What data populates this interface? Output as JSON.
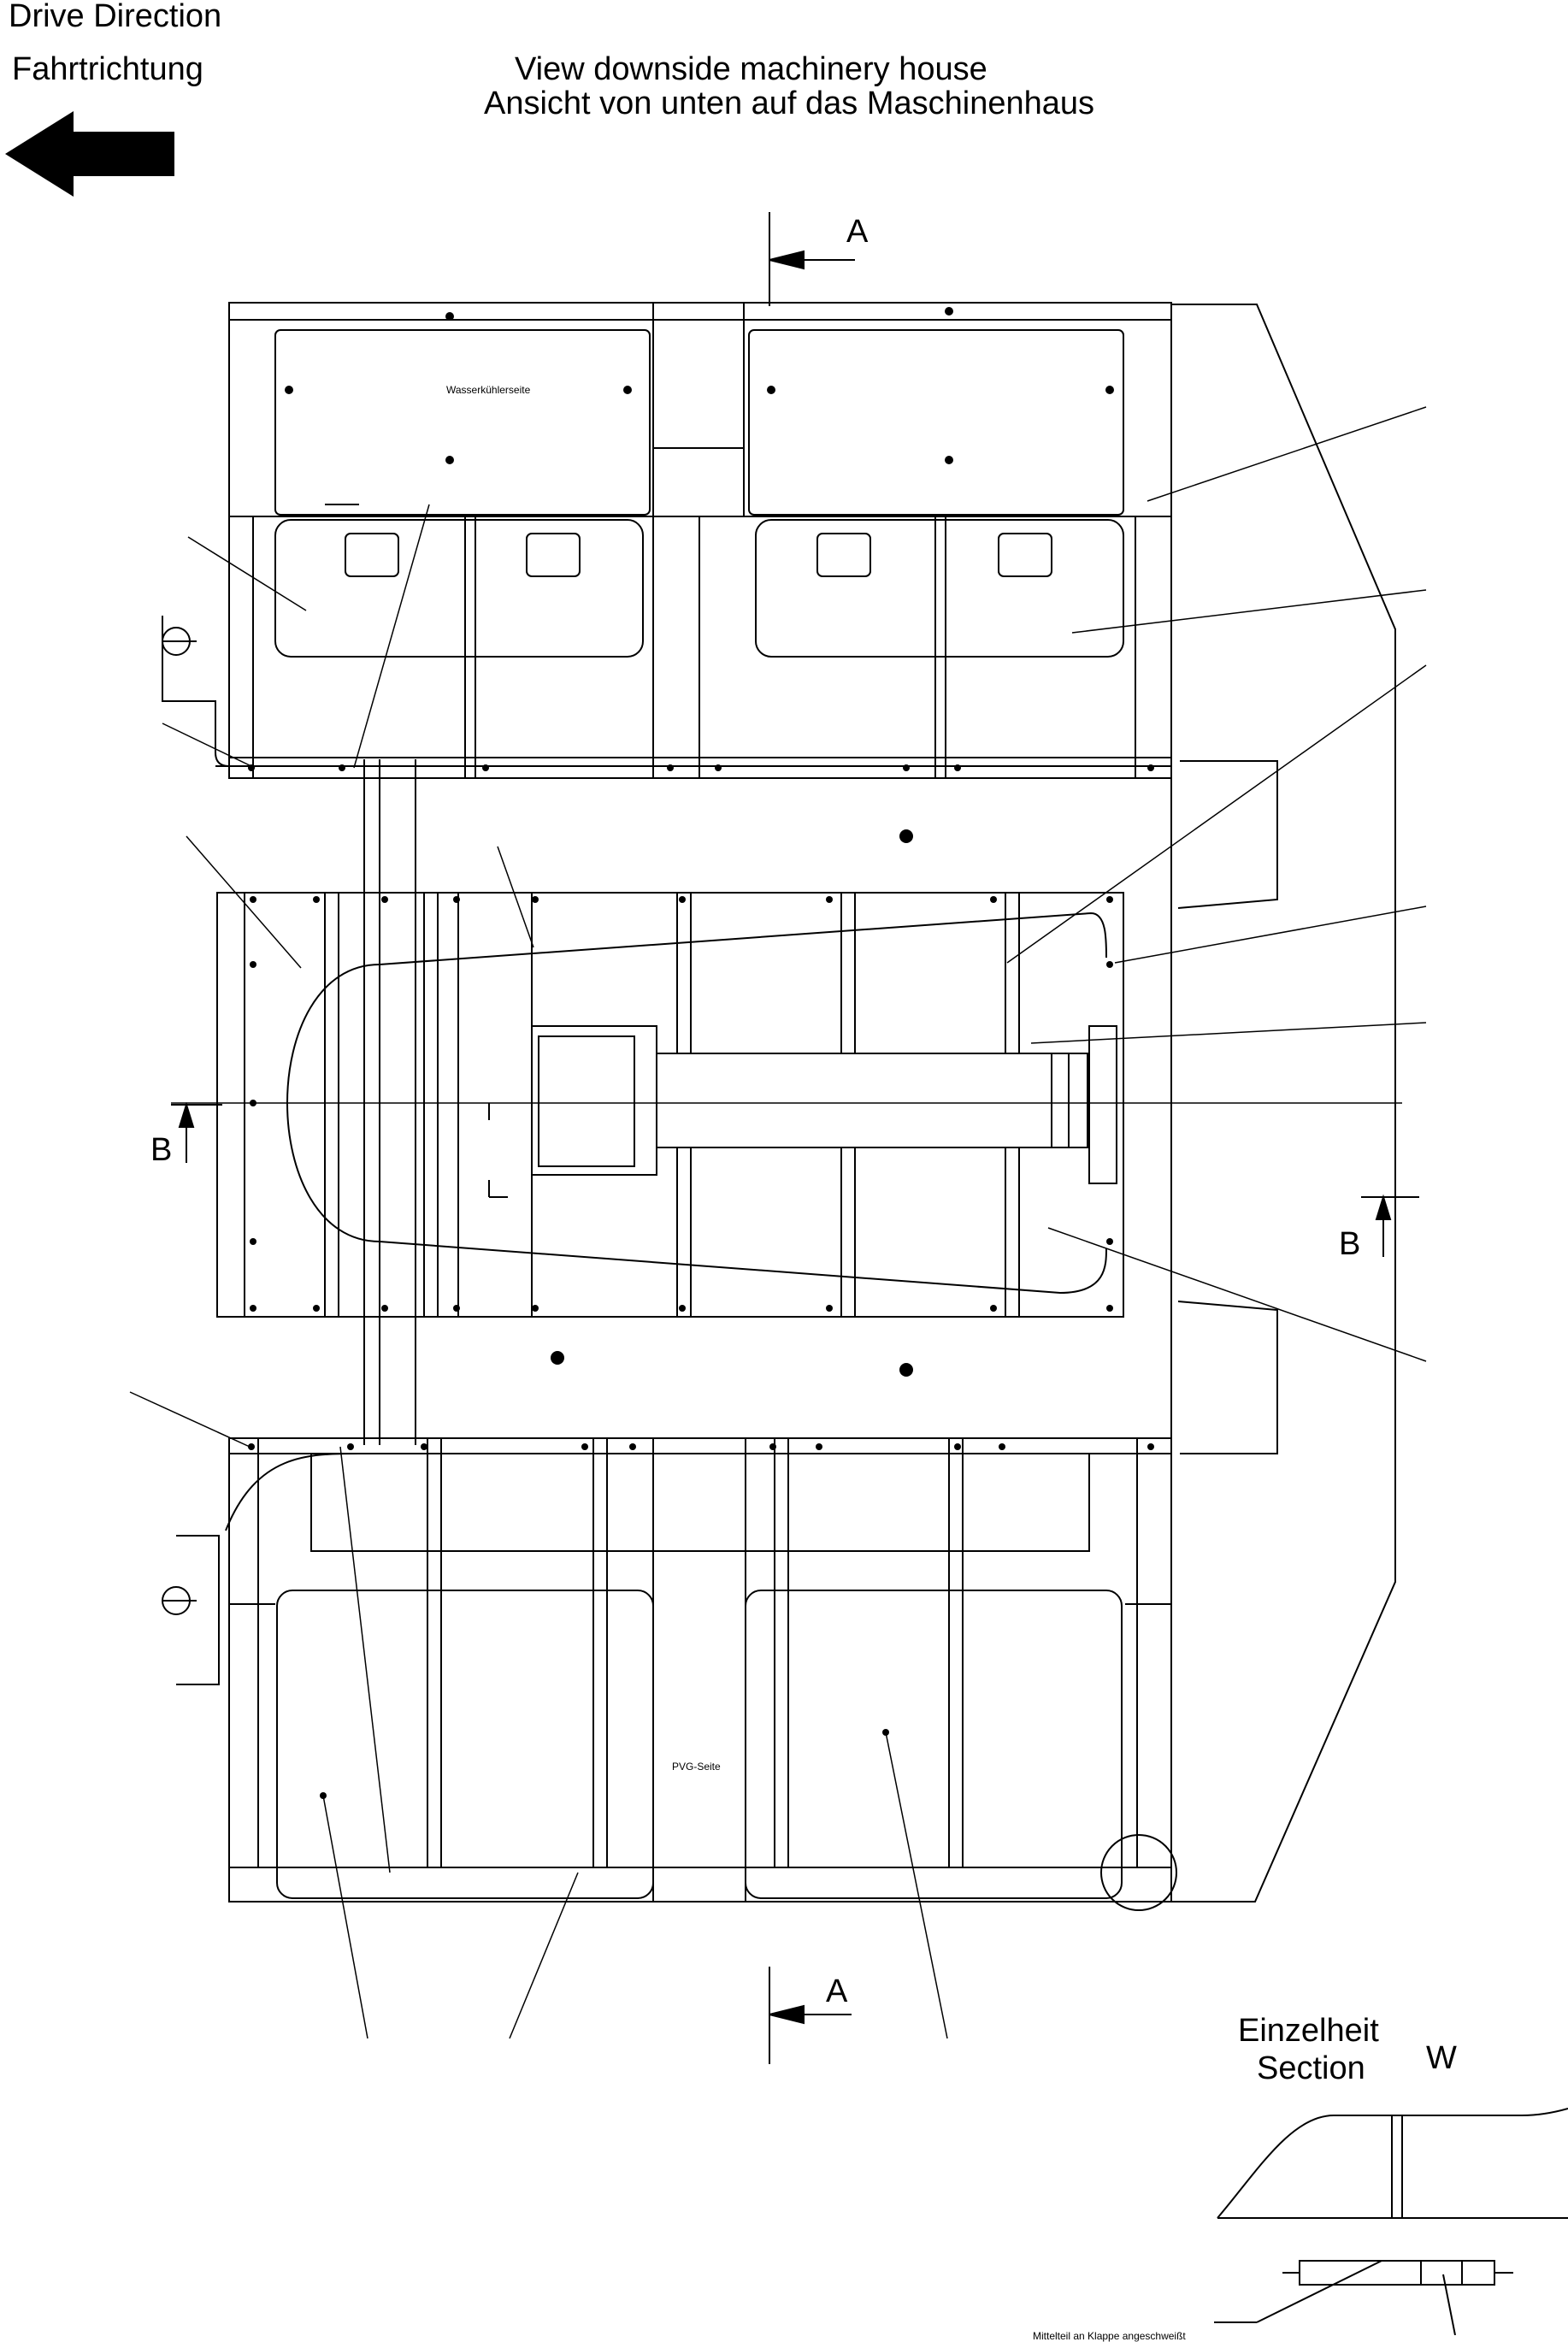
{
  "header": {
    "drive_direction_en": "Drive Direction",
    "drive_direction_de": "Fahrtrichtung",
    "view_title_en": "View downside machinery house",
    "view_title_de": "Ansicht von unten auf das Maschinenhaus"
  },
  "sections": {
    "a_top": "A",
    "a_bottom": "A",
    "b_left": "B",
    "b_right": "B"
  },
  "side_labels": {
    "water_cooler_side": "Wasserkühlerseite",
    "pvg_side": "PVG-Seite"
  },
  "detail": {
    "title_de": "Einzelheit",
    "title_en": "Section",
    "letter": "W",
    "note": "Mittelteil an Klappe angeschweißt"
  },
  "icons": {
    "direction": "arrow-left-icon",
    "section_marker": "section-arrow-icon"
  },
  "colors": {
    "line": "#000000",
    "background": "#ffffff"
  }
}
